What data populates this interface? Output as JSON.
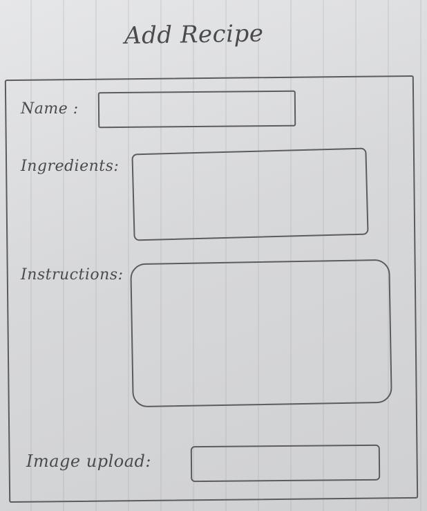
{
  "form": {
    "title": "Add Recipe",
    "fields": {
      "name": {
        "label": "Name :",
        "value": ""
      },
      "ingredients": {
        "label": "Ingredients:",
        "value": ""
      },
      "instructions": {
        "label": "Instructions:",
        "value": ""
      },
      "image": {
        "label": "Image upload:",
        "value": ""
      }
    }
  }
}
